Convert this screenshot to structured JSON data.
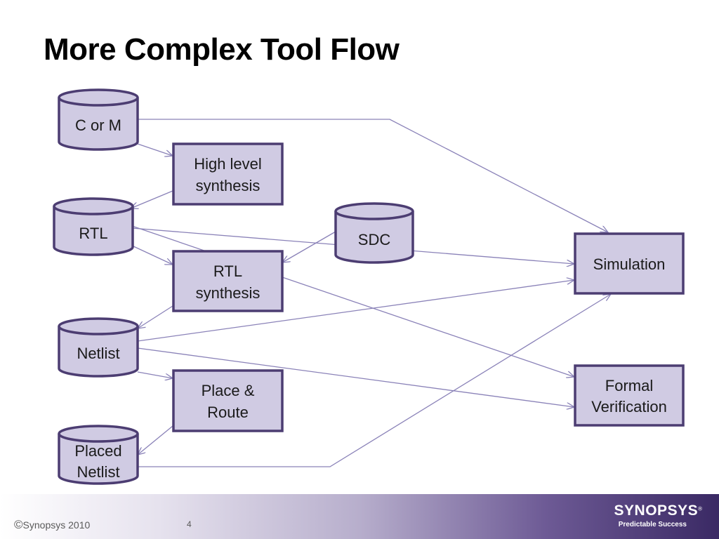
{
  "title": "More Complex Tool Flow",
  "nodes": {
    "c_or_m": {
      "label": "C or M",
      "type": "database"
    },
    "rtl": {
      "label": "RTL",
      "type": "database"
    },
    "netlist": {
      "label": "Netlist",
      "type": "database"
    },
    "placed_netlist": {
      "label_line1": "Placed",
      "label_line2": "Netlist",
      "type": "database"
    },
    "sdc": {
      "label": "SDC",
      "type": "database"
    },
    "high_level_synthesis": {
      "label_line1": "High level",
      "label_line2": "synthesis",
      "type": "process"
    },
    "rtl_synthesis": {
      "label_line1": "RTL",
      "label_line2": "synthesis",
      "type": "process"
    },
    "place_route": {
      "label_line1": "Place &",
      "label_line2": "Route",
      "type": "process"
    },
    "simulation": {
      "label": "Simulation",
      "type": "process"
    },
    "formal_verification": {
      "label_line1": "Formal",
      "label_line2": "Verification",
      "type": "process"
    }
  },
  "edges": [
    {
      "from": "c_or_m",
      "to": "high_level_synthesis"
    },
    {
      "from": "high_level_synthesis",
      "to": "rtl"
    },
    {
      "from": "c_or_m",
      "to": "simulation"
    },
    {
      "from": "rtl",
      "to": "rtl_synthesis"
    },
    {
      "from": "rtl",
      "to": "simulation"
    },
    {
      "from": "rtl",
      "to": "formal_verification"
    },
    {
      "from": "sdc",
      "to": "rtl_synthesis"
    },
    {
      "from": "rtl_synthesis",
      "to": "netlist"
    },
    {
      "from": "netlist",
      "to": "simulation"
    },
    {
      "from": "netlist",
      "to": "formal_verification"
    },
    {
      "from": "netlist",
      "to": "place_route"
    },
    {
      "from": "place_route",
      "to": "placed_netlist"
    },
    {
      "from": "placed_netlist",
      "to": "simulation"
    }
  ],
  "colors": {
    "node_fill": "#d0cbe3",
    "node_stroke": "#4c3d72",
    "edge": "#8a82b8",
    "title": "#000000"
  },
  "footer": {
    "copyright_symbol": "©",
    "copyright_text": "Synopsys 2010",
    "page_number": "4",
    "logo_text": "SYNOPSYS",
    "logo_registered": "®",
    "logo_tagline": "Predictable Success"
  }
}
